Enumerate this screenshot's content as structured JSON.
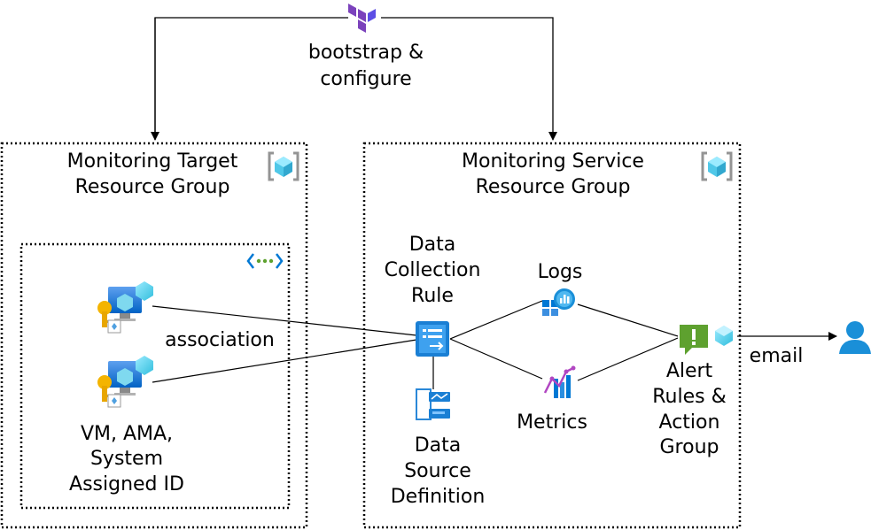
{
  "top": {
    "label_line1": "bootstrap &",
    "label_line2": "configure"
  },
  "groups": {
    "target": {
      "line1": "Monitoring Target",
      "line2": "Resource Group"
    },
    "service": {
      "line1": "Monitoring Service",
      "line2": "Resource Group"
    }
  },
  "nodes": {
    "association": "association",
    "vm_line1": "VM, AMA,",
    "vm_line2": "System",
    "vm_line3": "Assigned ID",
    "dcr_line1": "Data",
    "dcr_line2": "Collection",
    "dcr_line3": "Rule",
    "logs": "Logs",
    "metrics": "Metrics",
    "dsd_line1": "Data",
    "dsd_line2": "Source",
    "dsd_line3": "Definition",
    "alert_line1": "Alert",
    "alert_line2": "Rules &",
    "alert_line3": "Action",
    "alert_line4": "Group",
    "email": "email"
  },
  "icons": {
    "terraform": "terraform-icon",
    "resource_group": "resource-group-icon",
    "vnet": "vnet-icon",
    "vm": "vm-managed-identity-icon",
    "dcr": "data-collection-rule-icon",
    "logs": "log-analytics-icon",
    "metrics": "metrics-icon",
    "dsd": "data-source-definition-icon",
    "alert": "alert-icon",
    "user": "user-icon"
  },
  "colors": {
    "terraform": "#7b42bc",
    "azure_blue": "#0078d4",
    "azure_light": "#50e6ff",
    "alert_green": "#5ea12f",
    "key_yellow": "#f4b400"
  }
}
